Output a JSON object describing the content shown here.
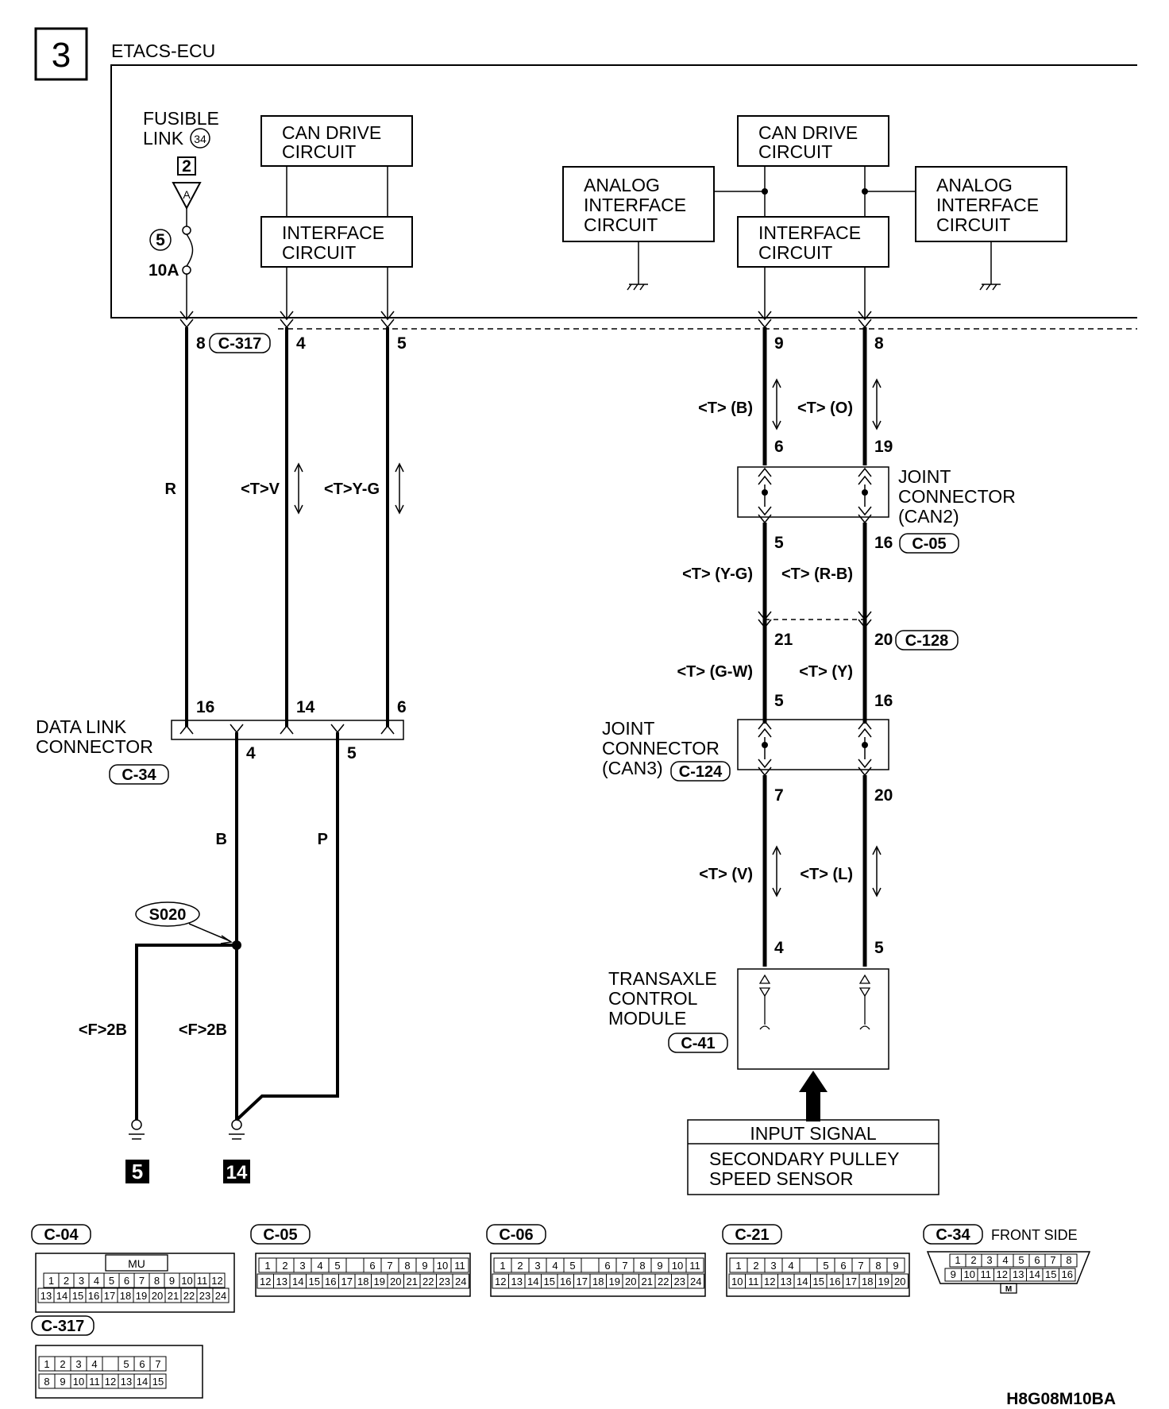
{
  "page_number": "3",
  "ecu_title": "ETACS-ECU",
  "fusible_link": {
    "label1": "FUSIBLE",
    "label2": "LINK",
    "num": "34",
    "box": "2",
    "tri": "A",
    "fuse_num": "5",
    "rating": "10A"
  },
  "left_can": {
    "drive_line1": "CAN DRIVE",
    "drive_line2": "CIRCUIT",
    "iface_line1": "INTERFACE",
    "iface_line2": "CIRCUIT"
  },
  "right_can": {
    "drive_line1": "CAN DRIVE",
    "drive_line2": "CIRCUIT",
    "iface_line1": "INTERFACE",
    "iface_line2": "CIRCUIT"
  },
  "analog_left": {
    "l1": "ANALOG",
    "l2": "INTERFACE",
    "l3": "CIRCUIT"
  },
  "analog_right": {
    "l1": "ANALOG",
    "l2": "INTERFACE",
    "l3": "CIRCUIT"
  },
  "ecu_pins": {
    "p8": "8",
    "c317": "C-317",
    "p4": "4",
    "p5": "5",
    "p9": "9",
    "p8b": "8"
  },
  "wires": {
    "r": "R",
    "tv": "<T>V",
    "tyg": "<T>Y-G",
    "tb": "<T> (B)",
    "to": "<T> (O)",
    "tyg2": "<T> (Y-G)",
    "trb": "<T> (R-B)",
    "tgw": "<T> (G-W)",
    "ty": "<T> (Y)",
    "tv2": "<T> (V)",
    "tl": "<T> (L)",
    "b": "B",
    "p": "P",
    "f2b_left": "<F>2B",
    "f2b_right": "<F>2B"
  },
  "joint_can2": {
    "l1": "JOINT",
    "l2": "CONNECTOR",
    "l3": "(CAN2)",
    "pin6": "6",
    "pin19": "19",
    "pin5": "5",
    "pin16": "16",
    "conn": "C-05"
  },
  "mid_pins": {
    "p21": "21",
    "p20": "20",
    "conn": "C-128"
  },
  "joint_can3": {
    "l1": "JOINT",
    "l2": "CONNECTOR",
    "l3": "(CAN3)",
    "conn": "C-124",
    "pin5": "5",
    "pin16": "16",
    "pin7": "7",
    "pin20": "20"
  },
  "dlc": {
    "l1": "DATA LINK",
    "l2": "CONNECTOR",
    "conn": "C-34",
    "p16": "16",
    "p14": "14",
    "p6": "6",
    "p4": "4",
    "p5": "5"
  },
  "splice": "S020",
  "grounds": {
    "g1": "5",
    "g2": "14"
  },
  "tcm": {
    "l1": "TRANSAXLE",
    "l2": "CONTROL",
    "l3": "MODULE",
    "conn": "C-41",
    "p4": "4",
    "p5": "5"
  },
  "input_signal": {
    "title": "INPUT SIGNAL",
    "l1": "SECONDARY PULLEY",
    "l2": "SPEED SENSOR"
  },
  "connectors": {
    "c04": {
      "name": "C-04",
      "row1": [
        "1",
        "2",
        "3",
        "4",
        "5",
        "6",
        "7",
        "8",
        "9",
        "10",
        "11",
        "12"
      ],
      "row2": [
        "13",
        "14",
        "15",
        "16",
        "17",
        "18",
        "19",
        "20",
        "21",
        "22",
        "23",
        "24"
      ],
      "mark": "MU"
    },
    "c05": {
      "name": "C-05",
      "row1": [
        "1",
        "2",
        "3",
        "4",
        "5",
        "",
        "6",
        "7",
        "8",
        "9",
        "10",
        "11"
      ],
      "row2": [
        "12",
        "13",
        "14",
        "15",
        "16",
        "17",
        "18",
        "19",
        "20",
        "21",
        "22",
        "23",
        "24"
      ]
    },
    "c06": {
      "name": "C-06",
      "row1": [
        "1",
        "2",
        "3",
        "4",
        "5",
        "",
        "6",
        "7",
        "8",
        "9",
        "10",
        "11"
      ],
      "row2": [
        "12",
        "13",
        "14",
        "15",
        "16",
        "17",
        "18",
        "19",
        "20",
        "21",
        "22",
        "23",
        "24"
      ]
    },
    "c21": {
      "name": "C-21",
      "row1": [
        "1",
        "2",
        "3",
        "4",
        "",
        "5",
        "6",
        "7",
        "8",
        "9"
      ],
      "row2": [
        "10",
        "11",
        "12",
        "13",
        "14",
        "15",
        "16",
        "17",
        "18",
        "19",
        "20"
      ]
    },
    "c34": {
      "name": "C-34",
      "side": "FRONT SIDE",
      "row1": [
        "1",
        "2",
        "3",
        "4",
        "5",
        "6",
        "7",
        "8"
      ],
      "row2": [
        "9",
        "10",
        "11",
        "12",
        "13",
        "14",
        "15",
        "16"
      ],
      "mark": "M"
    },
    "c317": {
      "name": "C-317",
      "row1": [
        "1",
        "2",
        "3",
        "4",
        "",
        "5",
        "6",
        "7"
      ],
      "row2": [
        "8",
        "9",
        "10",
        "11",
        "12",
        "13",
        "14",
        "15"
      ],
      "center": "12"
    }
  },
  "diagram_code": "H8G08M10BA"
}
